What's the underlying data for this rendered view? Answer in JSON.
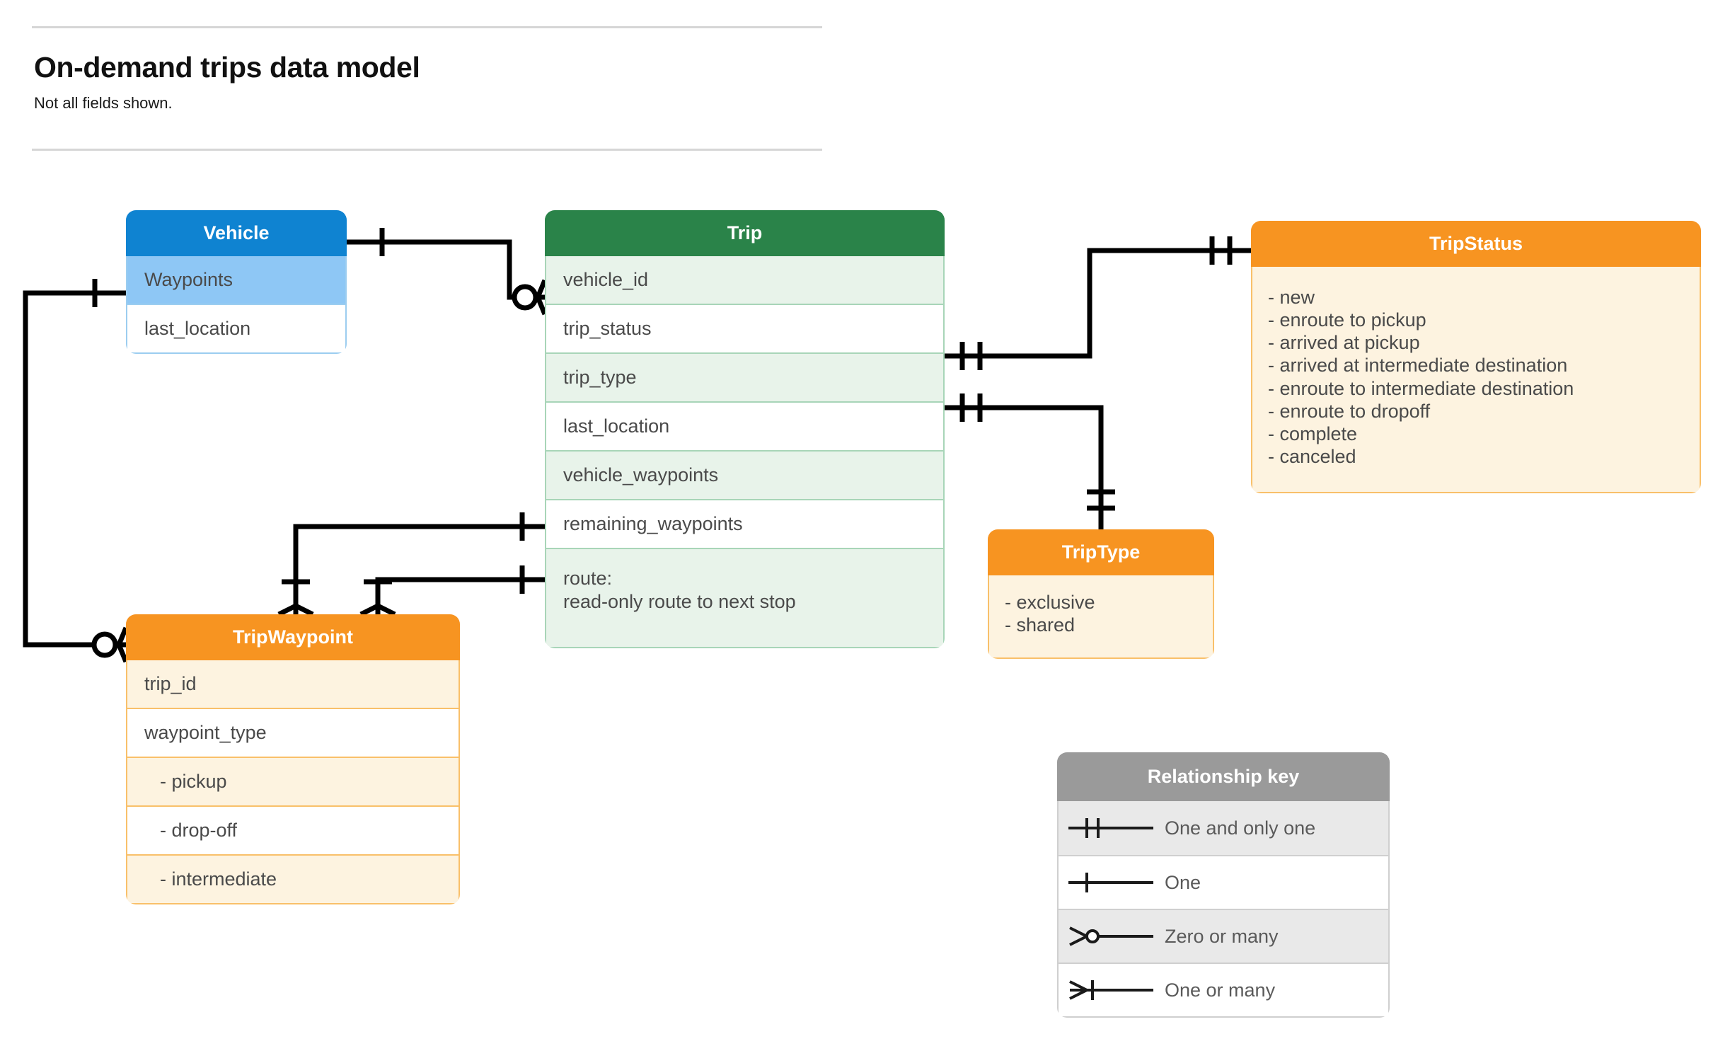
{
  "header": {
    "title": "On-demand trips data model",
    "subtitle": "Not all fields shown."
  },
  "entities": {
    "vehicle": {
      "name": "Vehicle",
      "header_color": "#0f83d1",
      "fields": [
        {
          "label": "Waypoints"
        },
        {
          "label": "last_location"
        }
      ]
    },
    "trip": {
      "name": "Trip",
      "header_color": "#2a8349",
      "fields": [
        {
          "label": "vehicle_id"
        },
        {
          "label": "trip_status"
        },
        {
          "label": "trip_type"
        },
        {
          "label": "last_location"
        },
        {
          "label": "vehicle_waypoints"
        },
        {
          "label": "remaining_waypoints"
        },
        {
          "label": "route:\nread-only route to next stop"
        }
      ]
    },
    "trip_status": {
      "name": "TripStatus",
      "header_color": "#f79421",
      "values": [
        "- new",
        "- enroute to pickup",
        "- arrived at pickup",
        "- arrived at intermediate destination",
        "- enroute to intermediate destination",
        "- enroute to dropoff",
        "- complete",
        "- canceled"
      ]
    },
    "trip_type": {
      "name": "TripType",
      "header_color": "#f79421",
      "values": [
        "- exclusive",
        "- shared"
      ]
    },
    "trip_waypoint": {
      "name": "TripWaypoint",
      "header_color": "#f79421",
      "fields": [
        {
          "label": "trip_id"
        },
        {
          "label": "waypoint_type"
        },
        {
          "label": "-  pickup"
        },
        {
          "label": "-  drop-off"
        },
        {
          "label": "-  intermediate"
        }
      ]
    }
  },
  "legend": {
    "title": "Relationship key",
    "items": [
      {
        "symbol": "one-and-only-one-icon",
        "label": "One and only one"
      },
      {
        "symbol": "one-icon",
        "label": "One"
      },
      {
        "symbol": "zero-or-many-icon",
        "label": "Zero or many"
      },
      {
        "symbol": "one-or-many-icon",
        "label": "One or many"
      }
    ]
  },
  "relationships": [
    {
      "from": "Vehicle",
      "to": "Trip.vehicle_id",
      "from_card": "One",
      "to_card": "Zero or many"
    },
    {
      "from": "Vehicle.Waypoints",
      "to": "TripWaypoint",
      "from_card": "One",
      "to_card": "Zero or many"
    },
    {
      "from": "Trip.trip_status",
      "to": "TripStatus",
      "from_card": "One and only one",
      "to_card": "One and only one"
    },
    {
      "from": "Trip.trip_type",
      "to": "TripType",
      "from_card": "One and only one",
      "to_card": "One and only one"
    },
    {
      "from": "Trip.vehicle_waypoints",
      "to": "TripWaypoint",
      "from_card": "One",
      "to_card": "One or many"
    },
    {
      "from": "Trip.remaining_waypoints",
      "to": "TripWaypoint",
      "from_card": "One",
      "to_card": "One or many"
    }
  ]
}
